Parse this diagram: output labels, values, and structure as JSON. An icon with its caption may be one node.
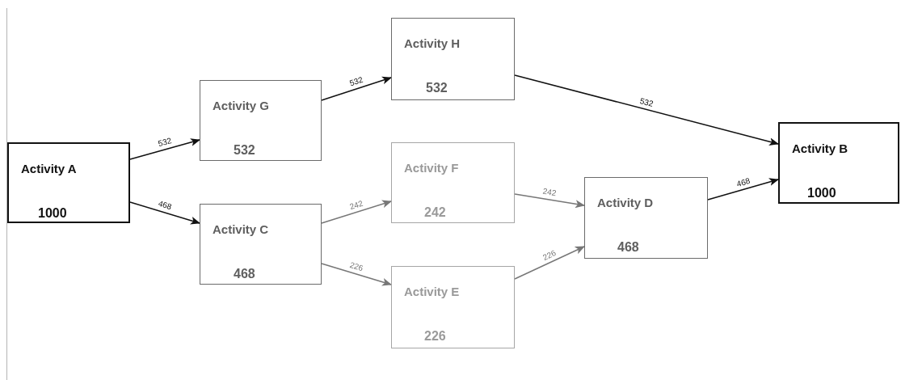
{
  "diagram": {
    "nodes": [
      {
        "text": [
          "Activity A",
          "1000"
        ]
      },
      {
        "text": [
          "Activity G",
          "532"
        ]
      },
      {
        "text": [
          "Activity H",
          "532"
        ]
      },
      {
        "text": [
          "Activity C",
          "468"
        ]
      },
      {
        "text": [
          "Activity F",
          "242"
        ]
      },
      {
        "text": [
          "Activity E",
          "226"
        ]
      },
      {
        "text": [
          "Activity D",
          "468"
        ]
      },
      {
        "text": [
          "Activity B",
          "1000"
        ]
      }
    ],
    "edges": [
      {
        "from": 0,
        "to": 1,
        "arrow": "to",
        "label": "532"
      },
      {
        "from": 0,
        "to": 3,
        "arrow": "to",
        "label": "468"
      },
      {
        "from": 1,
        "to": 2,
        "arrow": "to",
        "label": "532"
      },
      {
        "from": 2,
        "to": 7,
        "arrow": "to",
        "label": "532"
      },
      {
        "from": 3,
        "to": 4,
        "arrow": "to",
        "label": "242",
        "color": "#777777"
      },
      {
        "from": 3,
        "to": 5,
        "arrow": "to",
        "label": "226",
        "color": "#777777"
      },
      {
        "from": 4,
        "to": 6,
        "arrow": "to",
        "label": "242",
        "color": "#777777"
      },
      {
        "from": 5,
        "to": 6,
        "arrow": "to",
        "label": "226",
        "color": "#777777"
      },
      {
        "from": 6,
        "to": 7,
        "arrow": "to",
        "label": "468"
      }
    ]
  }
}
